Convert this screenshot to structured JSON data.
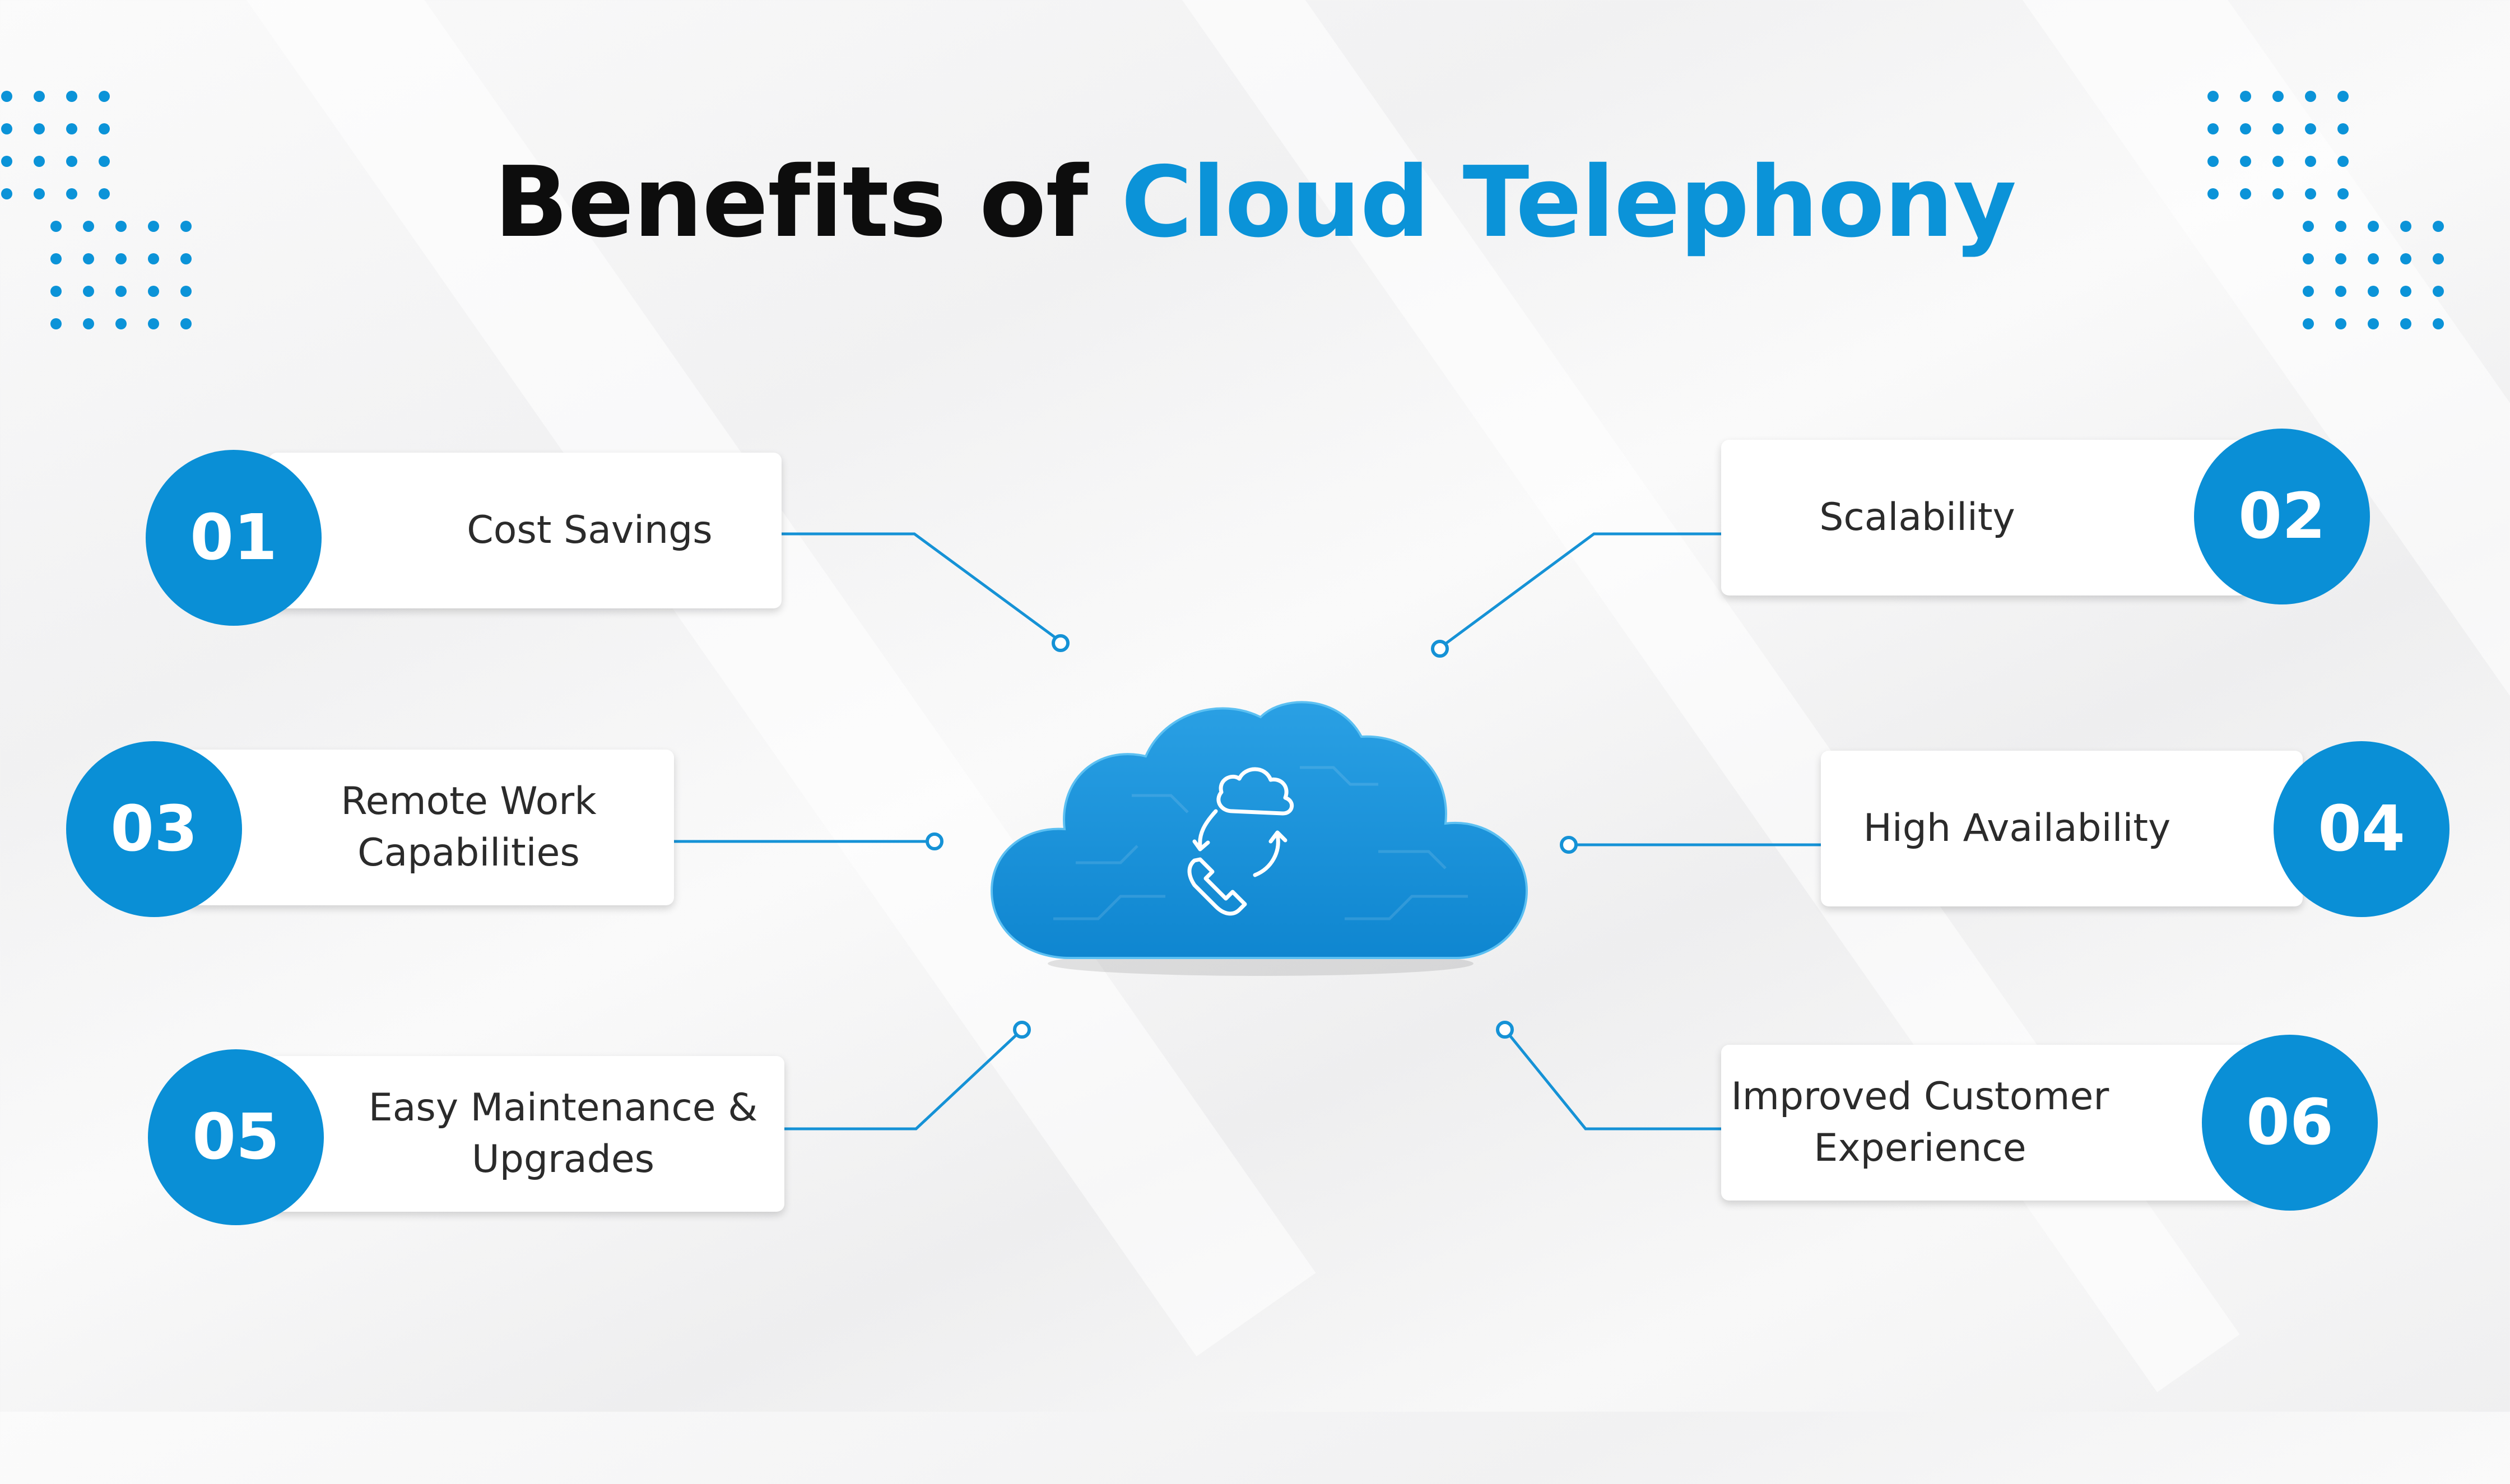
{
  "title": {
    "prefix": "Benefits of",
    "highlight": "Cloud Telephony"
  },
  "benefits": [
    {
      "number": "01",
      "line1": "Cost Savings",
      "line2": ""
    },
    {
      "number": "02",
      "line1": "Scalability",
      "line2": ""
    },
    {
      "number": "03",
      "line1": "Remote Work",
      "line2": "Capabilities"
    },
    {
      "number": "04",
      "line1": "High Availability",
      "line2": ""
    },
    {
      "number": "05",
      "line1": "Easy Maintenance &",
      "line2": "Upgrades"
    },
    {
      "number": "06",
      "line1": "Improved Customer",
      "line2": "Experience"
    }
  ],
  "colors": {
    "accent": "#0b93d8",
    "circle": "#0a8fd6",
    "connector": "#1592d6",
    "cloud": "#1a8fd8",
    "card": "#ffffff",
    "title": "#0d0d0d"
  },
  "icons": {
    "center": "cloud-phone-sync-icon",
    "decoration": "dot-grid"
  }
}
